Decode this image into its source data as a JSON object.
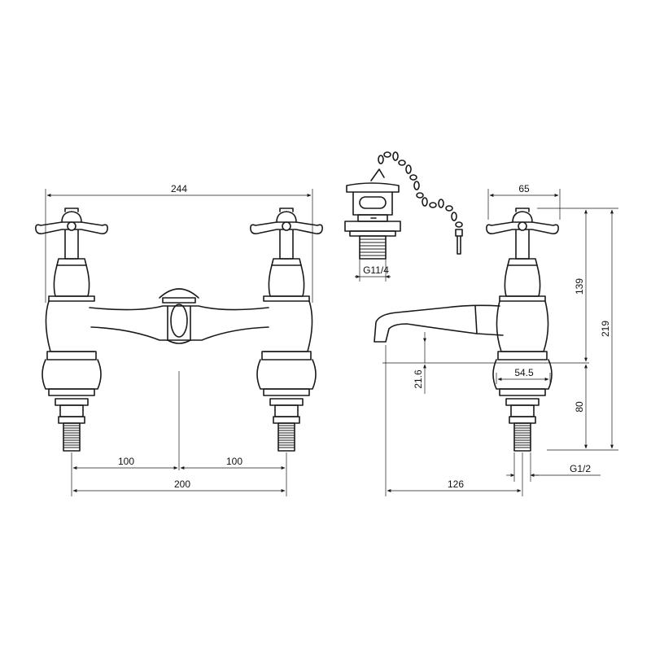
{
  "dimensions": {
    "bridge_overall_width": "244",
    "bridge_half_left": "100",
    "bridge_half_right": "100",
    "bridge_centres": "200",
    "waste_thread": "G11/4",
    "side_handle_width": "65",
    "side_upper_height": "139",
    "side_total_height": "219",
    "side_spout_clearance": "21.6",
    "side_body_diameter": "54.5",
    "side_lower_height": "80",
    "side_tail_thread": "G1/2",
    "side_spout_projection": "126"
  },
  "colors": {
    "line": "#1a1a1a",
    "background": "#ffffff"
  }
}
